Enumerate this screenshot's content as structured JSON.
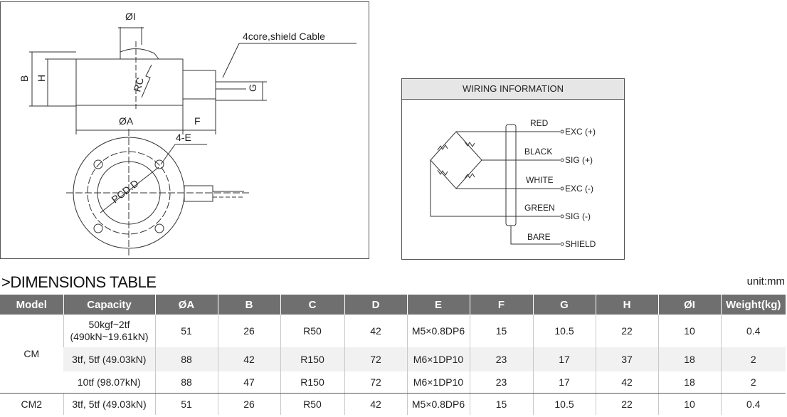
{
  "drawing": {
    "dim_phi_i": "ØI",
    "cable_label": "4core,shield Cable",
    "dim_b": "B",
    "dim_h": "H",
    "dim_rc": "RC",
    "dim_g": "G",
    "dim_phi_a": "ØA",
    "dim_f": "F",
    "dim_4e": "4-E",
    "dim_pcd": "PCD.D"
  },
  "wiring": {
    "title": "WIRING INFORMATION",
    "wires": [
      {
        "color": "RED",
        "signal": "EXC (+)"
      },
      {
        "color": "BLACK",
        "signal": "SIG (+)"
      },
      {
        "color": "WHITE",
        "signal": "EXC (-)"
      },
      {
        "color": "GREEN",
        "signal": "SIG (-)"
      },
      {
        "color": "BARE",
        "signal": "SHIELD"
      }
    ]
  },
  "dimensions": {
    "marker": ">",
    "title": "DIMENSIONS TABLE",
    "unit": "unit:mm",
    "headers": [
      "Model",
      "Capacity",
      "ØA",
      "B",
      "C",
      "D",
      "E",
      "F",
      "G",
      "H",
      "ØI",
      "Weight(kg)"
    ],
    "rows": [
      {
        "model": "CM",
        "capacity_line1": "50kgf~2tf",
        "capacity_line2": "(490kN~19.61kN)",
        "a": "51",
        "b": "26",
        "c": "R50",
        "d": "42",
        "e": "M5×0.8DP6",
        "f": "15",
        "g": "10.5",
        "h": "22",
        "i": "10",
        "weight": "0.4"
      },
      {
        "capacity": "3tf, 5tf (49.03kN)",
        "a": "88",
        "b": "42",
        "c": "R150",
        "d": "72",
        "e": "M6×1DP10",
        "f": "23",
        "g": "17",
        "h": "37",
        "i": "18",
        "weight": "2"
      },
      {
        "capacity": "10tf (98.07kN)",
        "a": "88",
        "b": "47",
        "c": "R150",
        "d": "72",
        "e": "M6×1DP10",
        "f": "23",
        "g": "17",
        "h": "42",
        "i": "18",
        "weight": "2"
      },
      {
        "model": "CM2",
        "capacity": "3tf, 5tf (49.03kN)",
        "a": "51",
        "b": "26",
        "c": "R50",
        "d": "42",
        "e": "M5×0.8DP6",
        "f": "15",
        "g": "10.5",
        "h": "22",
        "i": "10",
        "weight": "0.4"
      }
    ]
  }
}
